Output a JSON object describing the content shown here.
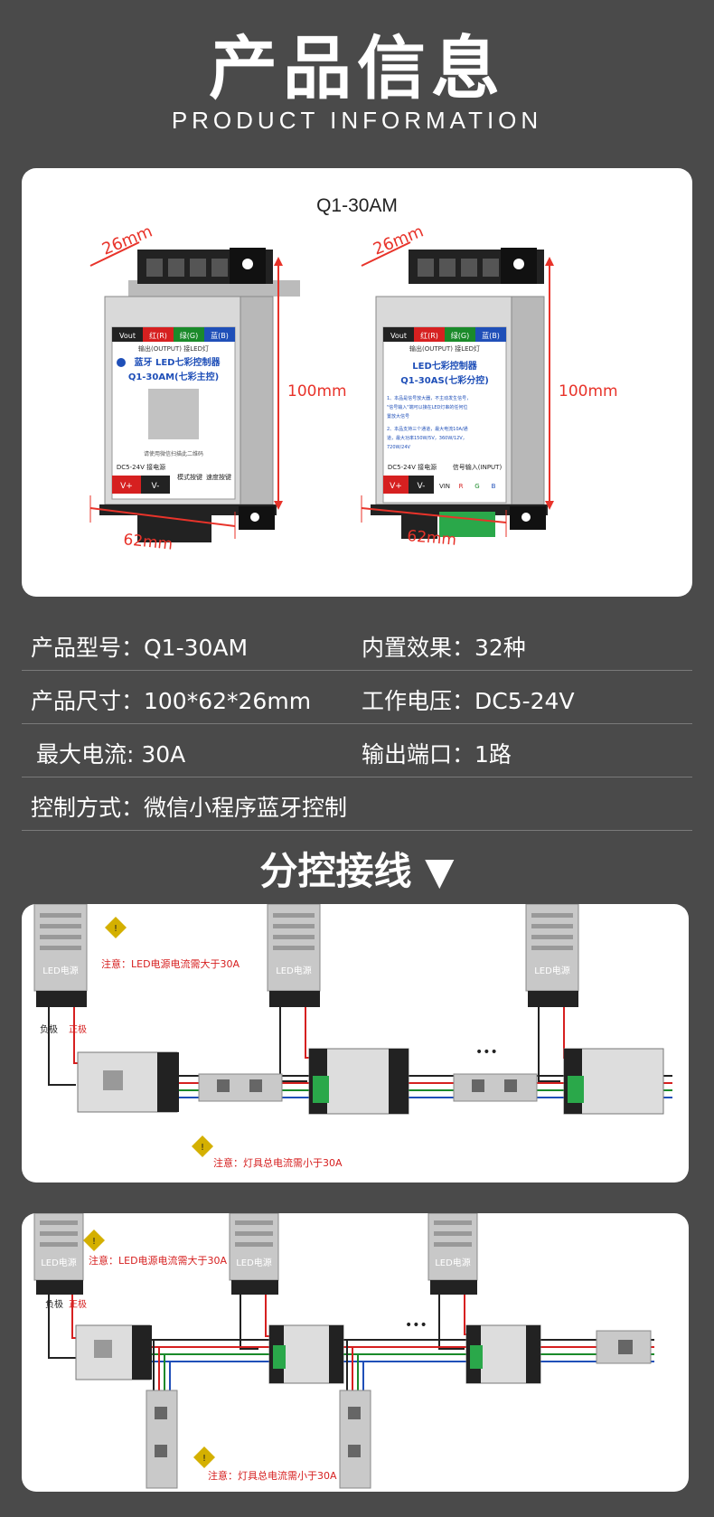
{
  "header": {
    "title": "产品信息",
    "subtitle": "PRODUCT INFORMATION"
  },
  "product": {
    "model": "Q1-30AM",
    "dims": {
      "depth": "26mm",
      "height": "100mm",
      "width": "62mm"
    },
    "left_device": {
      "ports": [
        "Vout",
        "红(R)",
        "绿(G)",
        "蓝(B)"
      ],
      "port_note": "输出(OUTPUT)  接LED灯",
      "name": "蓝牙 LED七彩控制器",
      "model": "Q1-30AM(七彩主控)",
      "scan_note": "请使用微信扫描此二维码",
      "power": "DC5-24V 接电源",
      "power_pins": [
        "V+",
        "V-"
      ],
      "buttons": [
        "模式按键",
        "速度按键"
      ]
    },
    "right_device": {
      "ports": [
        "Vout",
        "红(R)",
        "绿(G)",
        "蓝(B)"
      ],
      "port_note": "输出(OUTPUT)  接LED灯",
      "name": "LED七彩控制器",
      "model": "Q1-30AS(七彩分控)",
      "desc": [
        "1、本品是信号放大器，不主动发生信号，",
        "\"信号输入\"端可以接在LED灯串的任何位",
        "置放大信号",
        "2、本品支持三个通道，最大电流10A/通",
        "道，最大功率150W/5V，360W/12V，",
        "720W/24V"
      ],
      "power": "DC5-24V 接电源",
      "input": "信号输入(INPUT)",
      "power_pins": [
        "V+",
        "V-"
      ],
      "input_pins": [
        "VIN",
        "R",
        "G",
        "B"
      ]
    }
  },
  "specs": [
    {
      "left": "产品型号：Q1-30AM",
      "right": "内置效果：32种"
    },
    {
      "left": "产品尺寸：100*62*26mm",
      "right": "工作电压：DC5-24V"
    },
    {
      "left": "最大电流: 30A",
      "right": "输出端口：1路"
    },
    {
      "left": "控制方式：微信小程序蓝牙控制",
      "right": ""
    }
  ],
  "wiring": {
    "title": "分控接线 ▼",
    "psu_label": "LED电源",
    "neg_label": "负极",
    "pos_label": "正极",
    "ellipsis": "•••",
    "diagram1": {
      "note_top": "注意：LED电源电流需大于30A",
      "note_bottom": "注意：灯具总电流需小于30A"
    },
    "diagram2": {
      "note_top": "注意：LED电源电流需大于30A",
      "note_bottom": "注意：灯具总电流需小于30A"
    }
  },
  "colors": {
    "background": "#4a4a4a",
    "red": "#d62020",
    "green": "#1a8a2a",
    "blue": "#1f4fb8",
    "dimension": "#e8332a"
  }
}
